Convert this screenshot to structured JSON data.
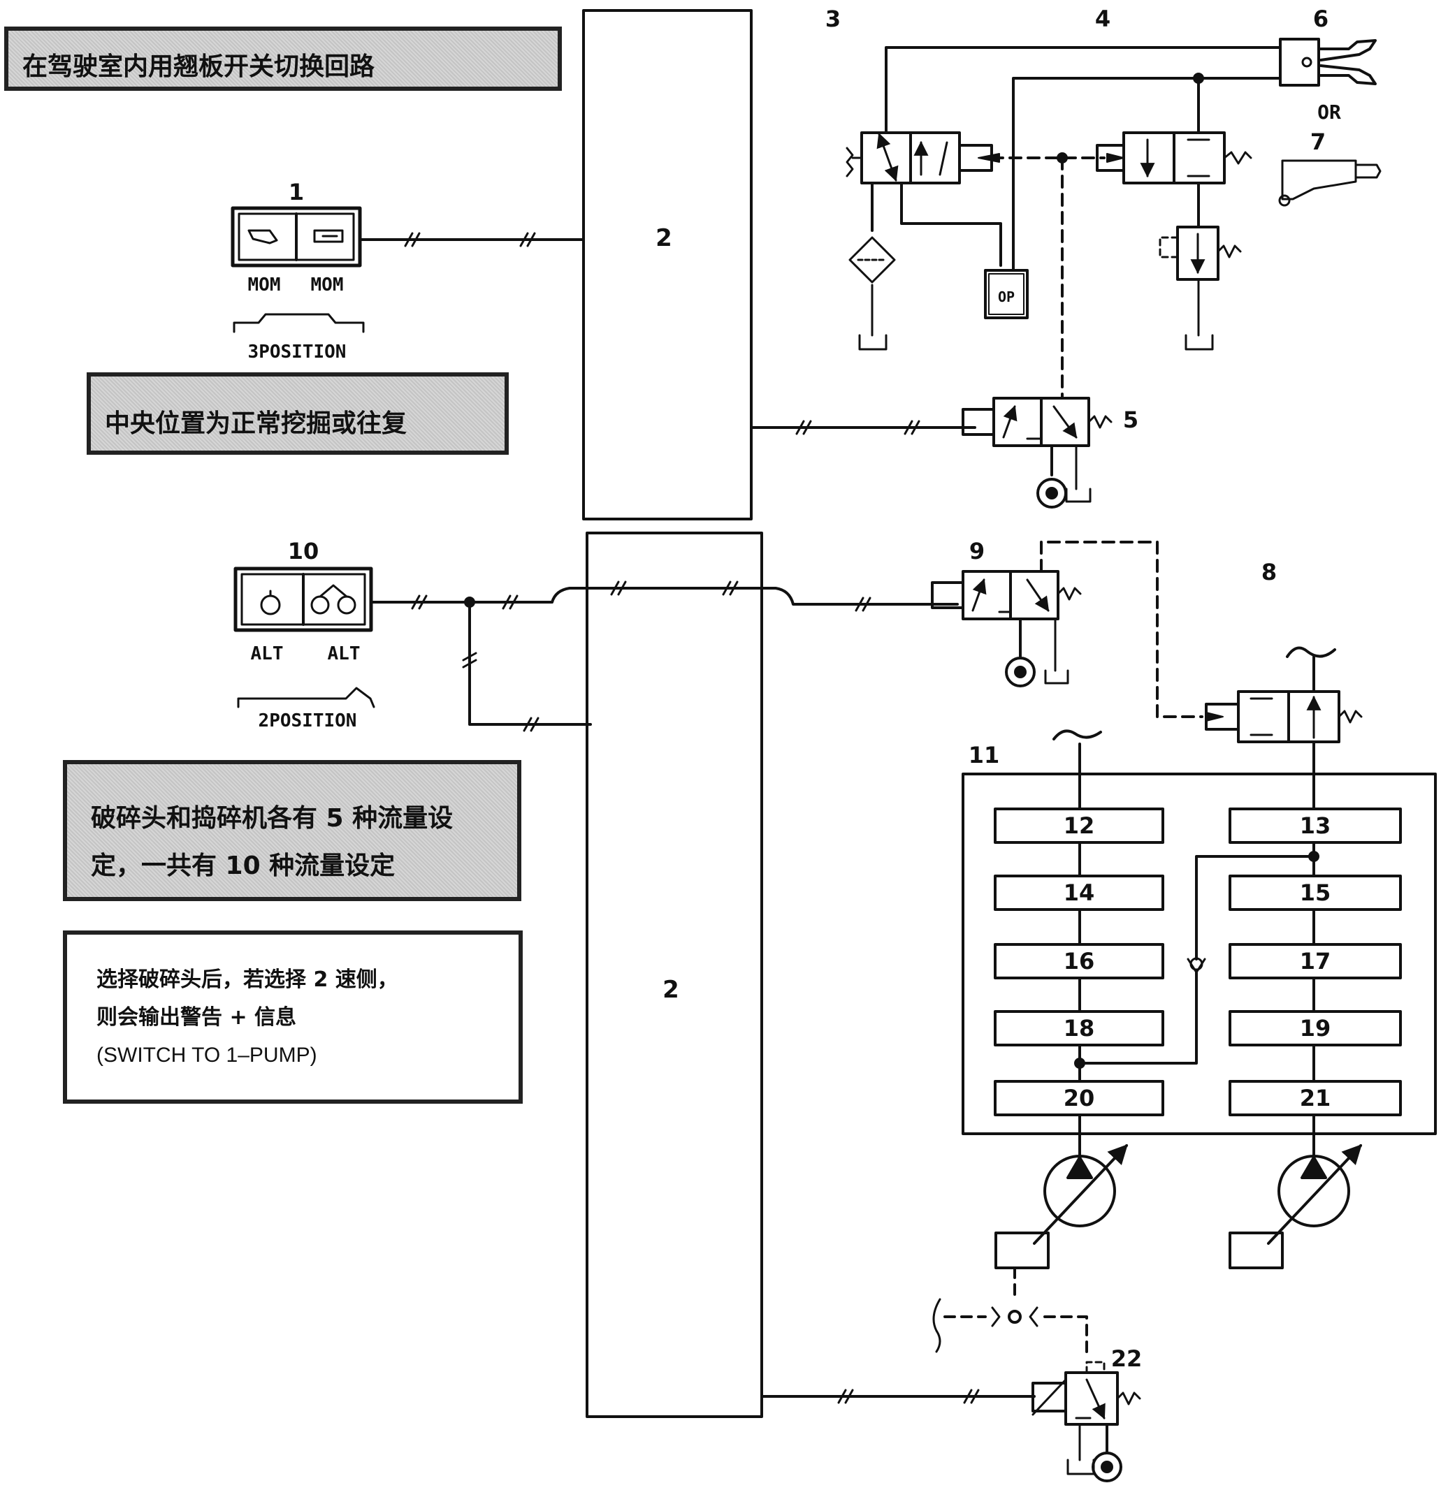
{
  "notes": {
    "cab_switch": "在驾驶室内用翘板开关切换回路",
    "center_position": "中央位置为正常挖掘或往复",
    "flow_settings_line1": "破碎头和捣碎机各有  5  种流量设",
    "flow_settings_line2": "定，一共有  10  种流量设定",
    "warning_line1": "选择破碎头后，若选择 2 速侧，",
    "warning_line2": "则会输出警告 + 信息",
    "warning_line3": "(SWITCH TO 1–PUMP)"
  },
  "switch1": {
    "number": "1",
    "left_label": "MOM",
    "right_label": "MOM",
    "positions": "3POSITION"
  },
  "switch10": {
    "number": "10",
    "left_label": "ALT",
    "right_label": "ALT",
    "positions": "2POSITION"
  },
  "controller_upper": "2",
  "controller_lower": "2",
  "valve_labels": {
    "v3": "3",
    "v4": "4",
    "v5": "5",
    "v6": "6",
    "or": "OR",
    "v7": "7",
    "v8": "8",
    "v9": "9",
    "v22": "22"
  },
  "op_label": "OP",
  "block11": {
    "number": "11",
    "left_column": [
      "12",
      "14",
      "16",
      "18",
      "20"
    ],
    "right_column": [
      "13",
      "15",
      "17",
      "19",
      "21"
    ]
  }
}
